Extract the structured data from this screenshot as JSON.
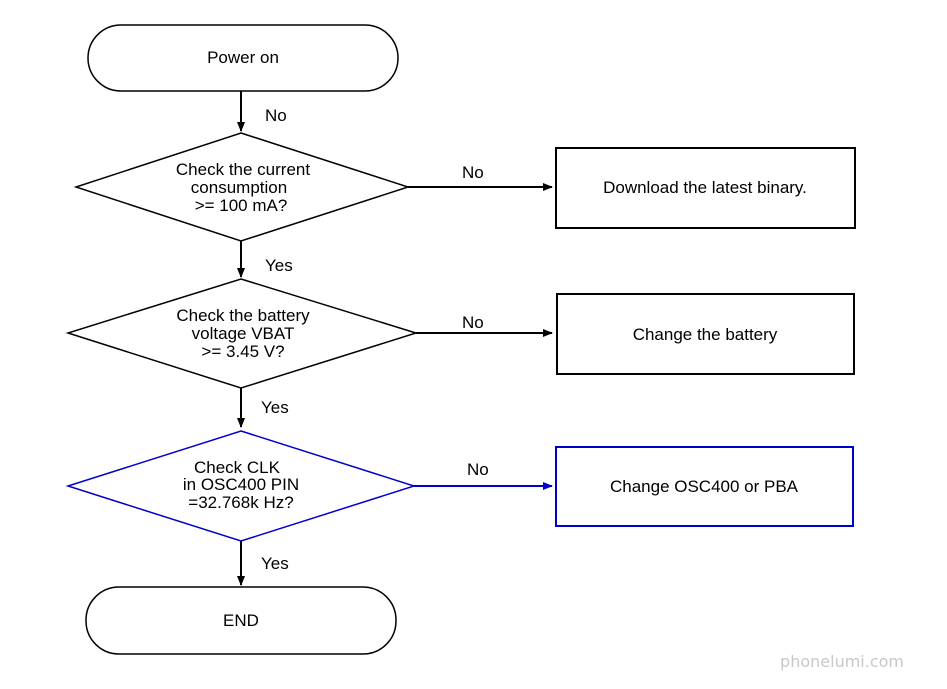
{
  "flowchart": {
    "start": {
      "label": "Power on"
    },
    "edge_start_no": "No",
    "decision_current": {
      "line1": "Check  the  current",
      "line2": "consumption",
      "line3": ">=  100  mA?"
    },
    "edge_current_no": "No",
    "edge_current_yes": "Yes",
    "action_binary": {
      "label": "Download  the  latest  binary."
    },
    "decision_battery": {
      "line1": "Check  the  battery",
      "line2": "voltage  VBAT",
      "line3": ">=  3.45  V?"
    },
    "edge_battery_no": "No",
    "edge_battery_yes": "Yes",
    "action_battery": {
      "label": "Change  the  battery"
    },
    "decision_clk": {
      "line1": "Check  CLK",
      "line2": "in  OSC400  PIN",
      "line3": "=32.768k  Hz?"
    },
    "edge_clk_no": "No",
    "edge_clk_yes": "Yes",
    "action_osc": {
      "label": "Change  OSC400  or  PBA"
    },
    "end": {
      "label": "END"
    }
  },
  "watermark": "phonelumi.com",
  "colors": {
    "default_stroke": "#000000",
    "highlight_stroke": "#0000cc",
    "watermark": "#c8c8c8"
  }
}
